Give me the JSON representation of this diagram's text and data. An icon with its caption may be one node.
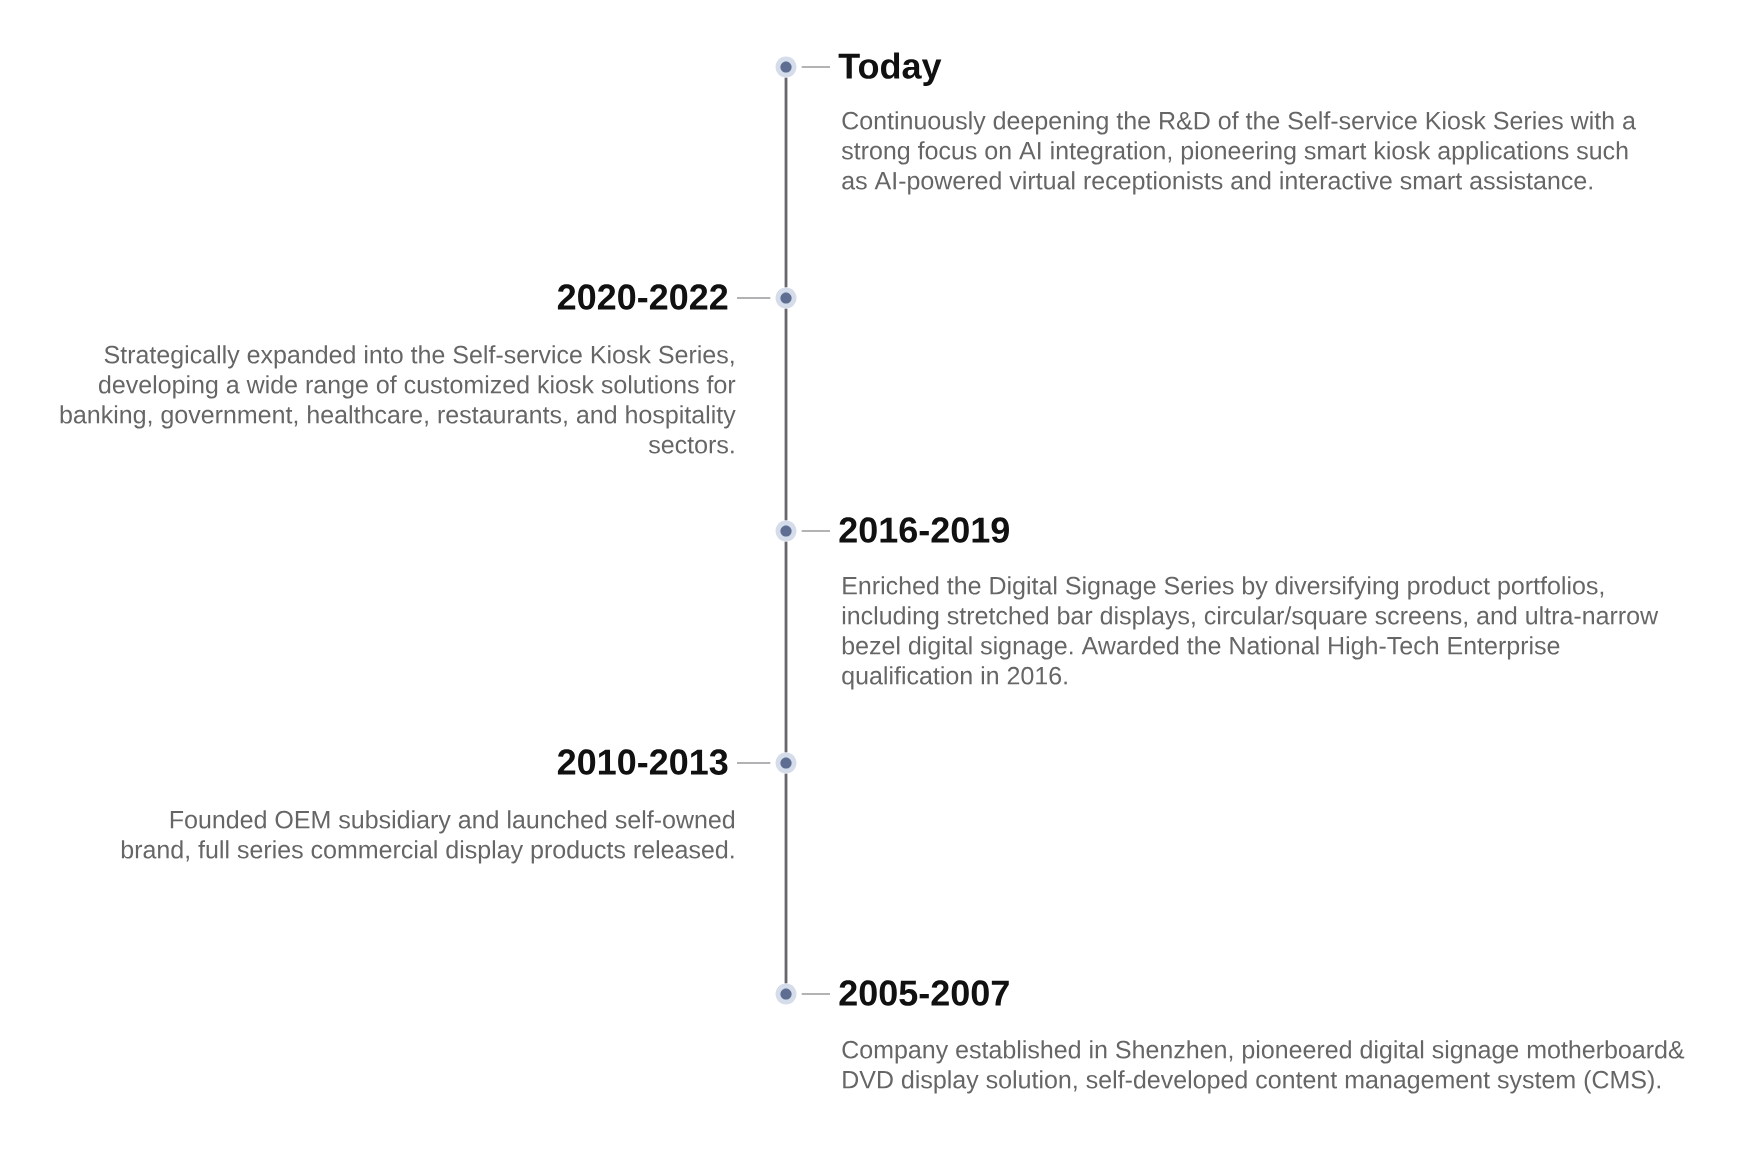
{
  "diagram": {
    "nodes": [
      {
        "text": [],
        "shape": "circle"
      },
      {
        "text": [
          "Today",
          "Continuously deepening the R&D of the Self-service Kiosk Series with a strong focus on AI integration, pioneering smart kiosk applications such as AI-powered virtual receptionists and interactive smart assistance."
        ]
      },
      {
        "text": [],
        "shape": "circle"
      },
      {
        "text": [
          "2020-2022",
          "Strategically expanded into the Self-service Kiosk Series, developing a wide range of customized kiosk solutions for banking, government, healthcare, restaurants, and hospitality sectors."
        ]
      },
      {
        "text": [],
        "shape": "circle"
      },
      {
        "text": [
          "2016-2019",
          "Enriched the Digital Signage Series by diversifying product portfolios, including stretched bar displays, circular/square screens, and ultra-narrow bezel digital signage. Awarded the National High-Tech Enterprise qualification in 2016."
        ]
      },
      {
        "text": [],
        "shape": "circle"
      },
      {
        "text": [
          "2010-2013",
          "Founded OEM subsidiary and launched self-owned brand, full series commercial display products released."
        ]
      },
      {
        "text": [],
        "shape": "circle"
      },
      {
        "text": [
          "2005-2007",
          "Company established in Shenzhen, pioneered digital signage motherboard& DVD display solution, self-developed content management system (CMS)."
        ]
      }
    ],
    "edges": [
      {
        "from": 0,
        "to": 1,
        "arrow": "none"
      },
      {
        "from": 0,
        "to": 2,
        "arrow": "none"
      },
      {
        "from": 2,
        "to": 3,
        "arrow": "none"
      },
      {
        "from": 2,
        "to": 4,
        "arrow": "none"
      },
      {
        "from": 4,
        "to": 5,
        "arrow": "none"
      },
      {
        "from": 4,
        "to": 6,
        "arrow": "none"
      },
      {
        "from": 6,
        "to": 7,
        "arrow": "none"
      },
      {
        "from": 6,
        "to": 8,
        "arrow": "none"
      },
      {
        "from": 8,
        "to": 9,
        "arrow": "none"
      }
    ]
  }
}
